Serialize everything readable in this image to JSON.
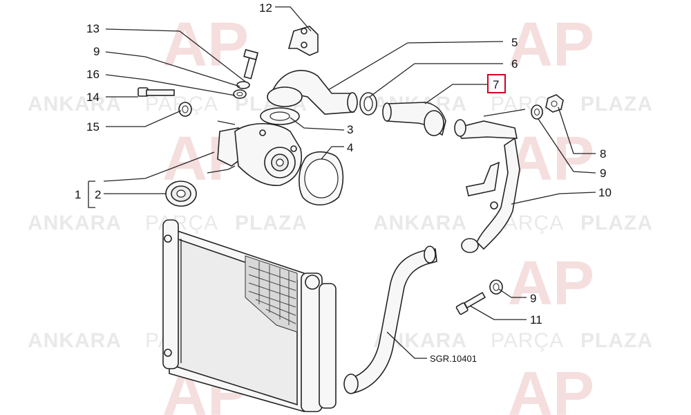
{
  "watermark": {
    "brand_bold_1": "ANKARA",
    "brand_light": "PARÇA",
    "brand_bold_2": "PLAZA",
    "logo_letters": "AP"
  },
  "callouts": {
    "c12": "12",
    "c13": "13",
    "c9a": "9",
    "c16": "16",
    "c14": "14",
    "c15": "15",
    "c1": "1",
    "c2": "2",
    "c5": "5",
    "c6": "6",
    "c7": "7",
    "c3": "3",
    "c4": "4",
    "c8": "8",
    "c9b": "9",
    "c10": "10",
    "c9c": "9",
    "c11": "11"
  },
  "drawing_ref": "SGR.10401",
  "colors": {
    "highlight": "#d0021b",
    "watermark": "#e9e9e9",
    "logo_red": "#f3d0d0"
  }
}
